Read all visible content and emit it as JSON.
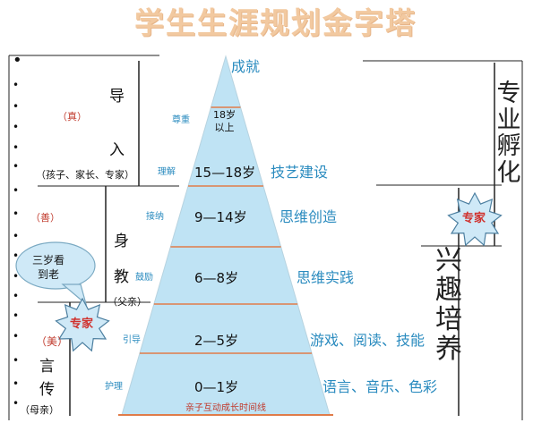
{
  "title": "学生生涯规划金字塔",
  "pyramid": {
    "apex_label": "成就",
    "levels": [
      {
        "age": "18岁\n以上",
        "left": "尊重",
        "right": ""
      },
      {
        "age": "15—18岁",
        "left": "理解",
        "right": "技艺建设"
      },
      {
        "age": "9—14岁",
        "left": "接纳",
        "right": "思维创造"
      },
      {
        "age": "6—8岁",
        "left": "鼓励",
        "right": "思维实践"
      },
      {
        "age": "2—5岁",
        "left": "引导",
        "right": "游戏、阅读、技能"
      },
      {
        "age": "0—1岁",
        "left": "护理",
        "right": "语言、音乐、色彩"
      }
    ],
    "base_label": "亲子互动成长时间线"
  },
  "left_panel": {
    "guide": {
      "char1": "导",
      "char2": "入",
      "note": "（真）",
      "caption": "（孩子、家长、专家）"
    },
    "body": {
      "char1": "身",
      "char2": "教",
      "note": "（善）",
      "caption": "（父亲）"
    },
    "speech": {
      "char1": "言",
      "char2": "传",
      "note": "（美）",
      "caption": "（母亲）"
    },
    "bubble": "三岁看\n到老",
    "expert_star": "专家"
  },
  "right_panel": {
    "vertical_top": "专业孵化",
    "vertical_bottom": "兴趣培养",
    "expert_star": "专家"
  },
  "bullets": [
    "•",
    "•",
    "•",
    "•",
    "•",
    "•",
    "•",
    "•",
    "•",
    "•",
    "•",
    "•",
    "•",
    "•",
    "•",
    "•",
    "•"
  ],
  "colors": {
    "pyramid_fill": "#bfe3f4",
    "separator": "#e07c4a",
    "star_fill": "#cfe9f7",
    "star_text": "#d0312d",
    "title": "#f2c9a0"
  }
}
